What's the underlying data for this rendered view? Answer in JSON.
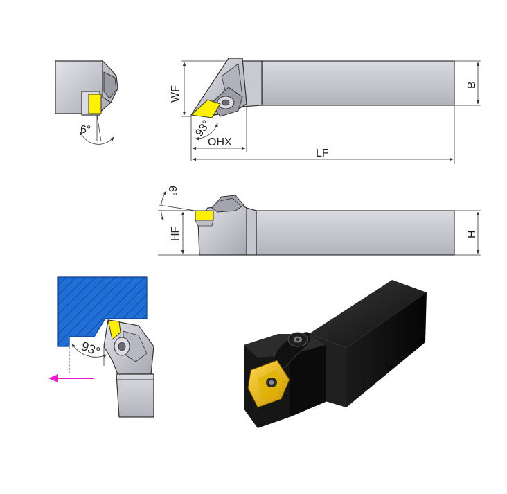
{
  "labels": {
    "wf": "WF",
    "b": "B",
    "ohx": "OHX",
    "lf": "LF",
    "hf": "HF",
    "h": "H",
    "angle_approach_top": "93°",
    "angle_clearance_end": "6°",
    "angle_clearance_side": "6°",
    "angle_approach_detail": "93°"
  },
  "colors": {
    "body_gray": "#cfcfd6",
    "body_gray_dark": "#a9a9b3",
    "insert_yellow": "#ffef00",
    "workpiece_blue": "#1f6fd6",
    "feed_arrow": "#e81ec8",
    "holder_black": "#141414",
    "insert_gold": "#f2c200"
  },
  "icons": {
    "feed_direction": "arrow-left-icon"
  }
}
